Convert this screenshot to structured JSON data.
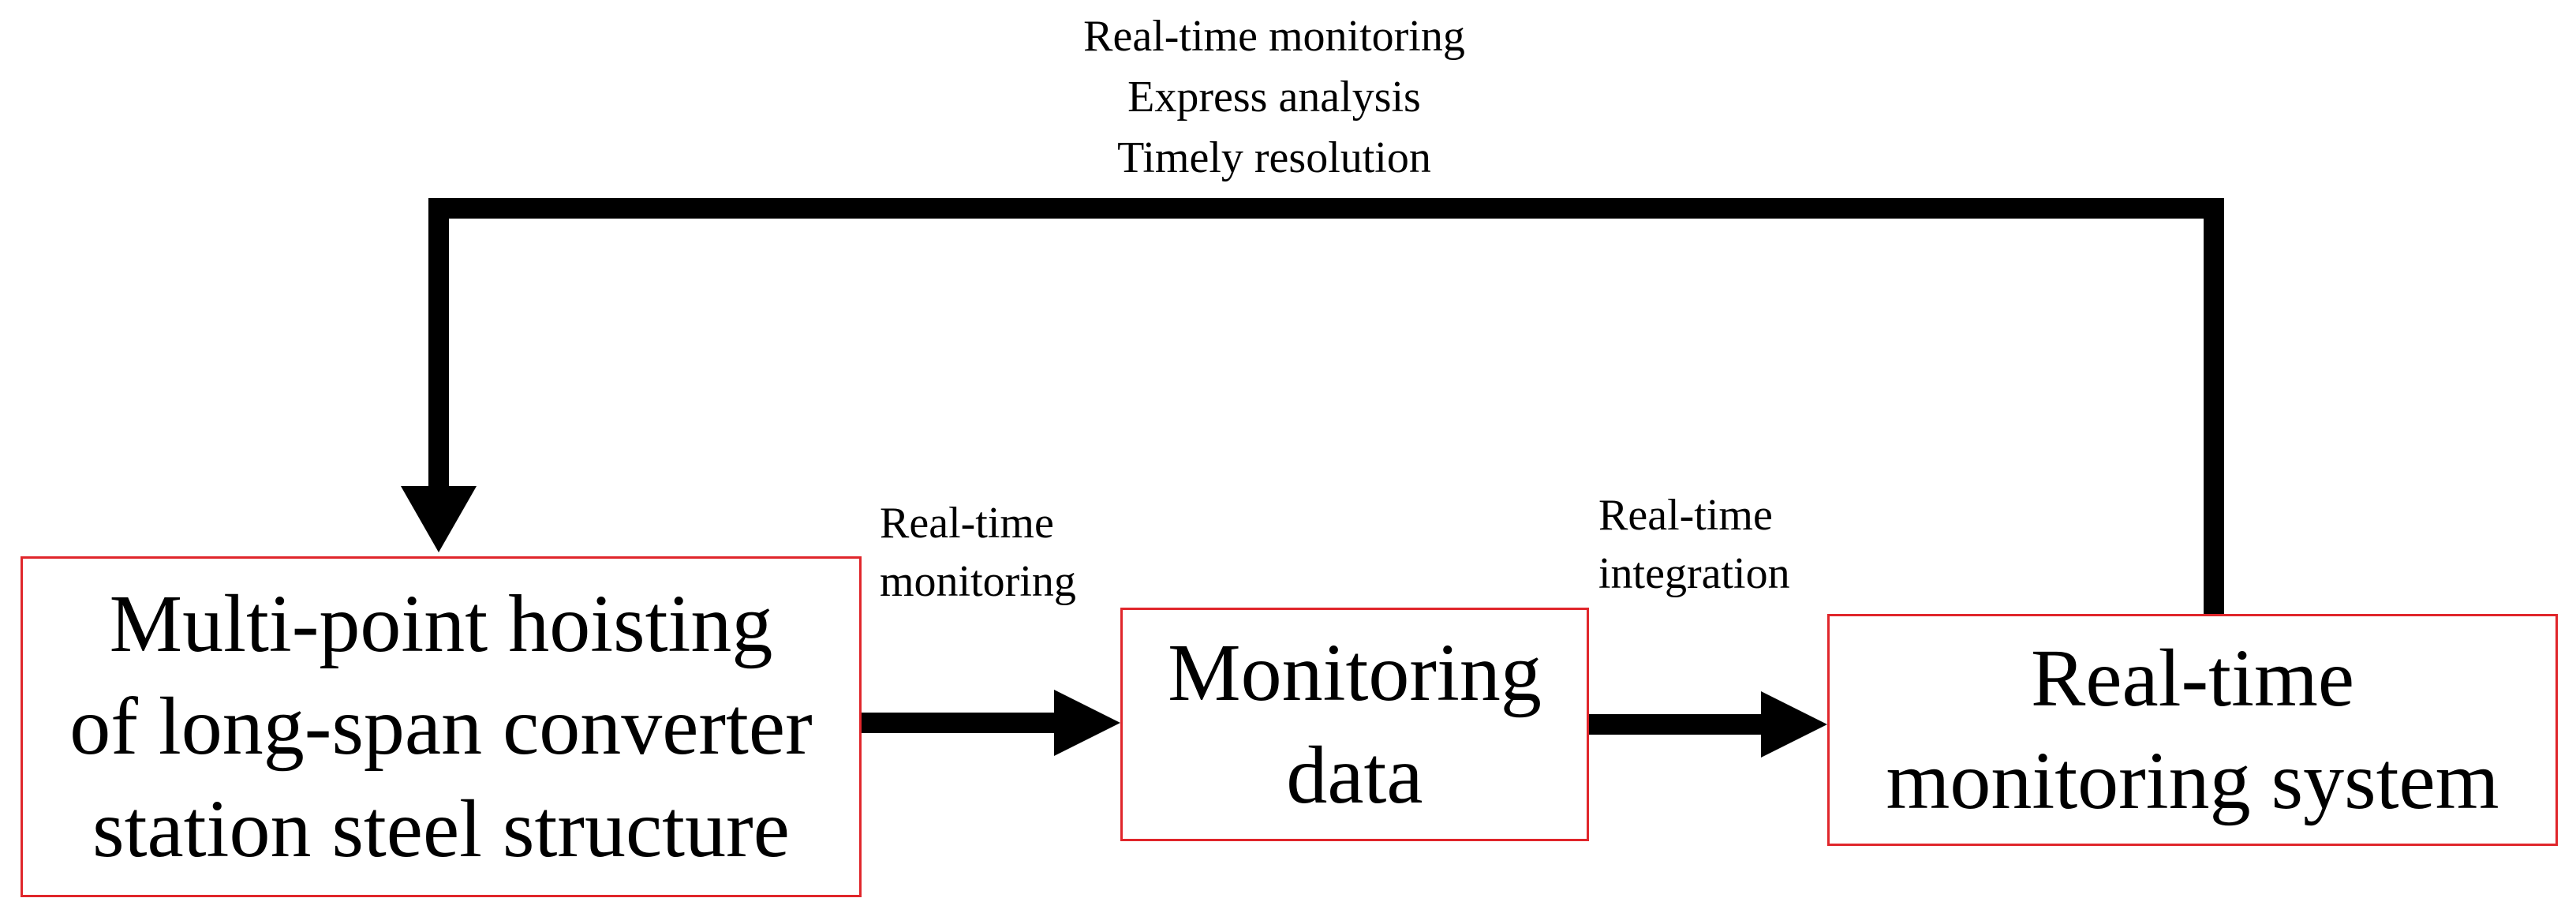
{
  "nodes": {
    "hoisting": {
      "lines": [
        "Multi-point hoisting",
        "of long-span converter",
        "station steel structure"
      ]
    },
    "data": {
      "lines": [
        "Monitoring",
        "data"
      ]
    },
    "system": {
      "lines": [
        "Real-time",
        "monitoring system"
      ]
    }
  },
  "edges": {
    "hoisting_to_data": {
      "lines": [
        "Real-time",
        "monitoring"
      ]
    },
    "data_to_system": {
      "lines": [
        "Real-time",
        "integration"
      ]
    },
    "system_to_hoisting": {
      "lines": [
        "Real-time monitoring",
        "Express analysis",
        "Timely resolution"
      ]
    }
  },
  "colors": {
    "box_border": "#e0262b",
    "arrow": "#000000",
    "text": "#000000"
  }
}
